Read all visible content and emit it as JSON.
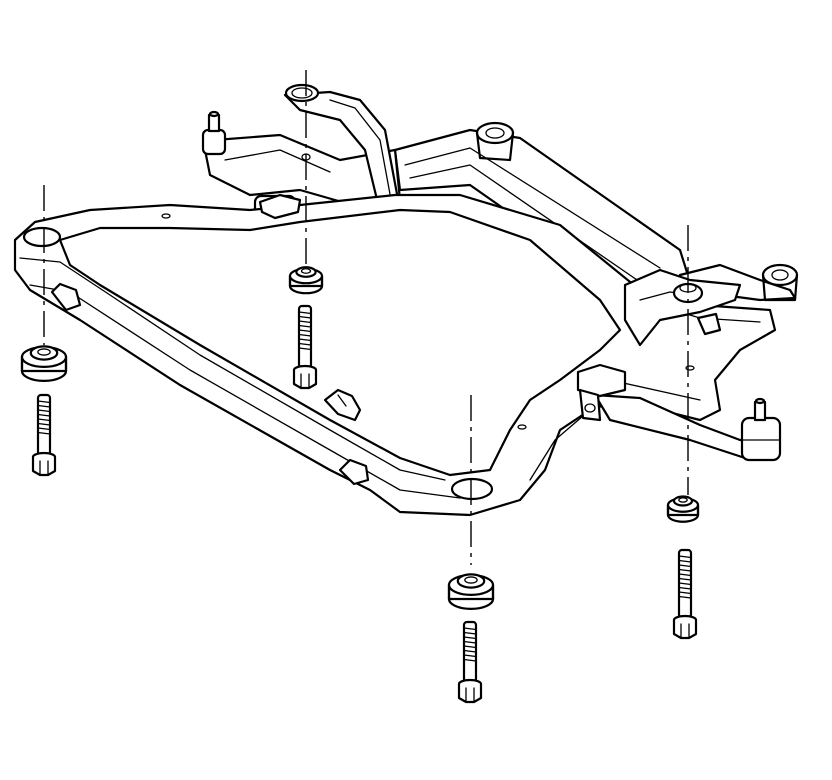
{
  "diagram": {
    "subject": "front-suspension-crossmember-exploded-view",
    "colors": {
      "line": "#000000",
      "background": "#ffffff"
    },
    "parts": [
      "crossmember-frame",
      "lower-control-arm-left",
      "lower-control-arm-right",
      "mount-insulator",
      "retaining-bolt"
    ],
    "bolt_count": 4,
    "insulator_count": 4
  }
}
